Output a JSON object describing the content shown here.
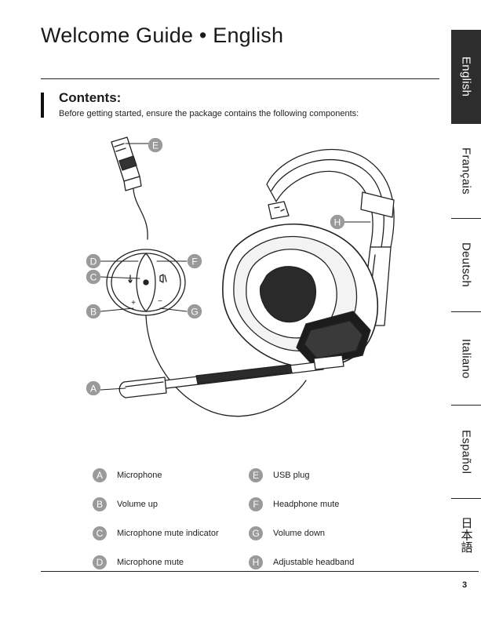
{
  "header": {
    "title": "Welcome Guide • English"
  },
  "section": {
    "title": "Contents:",
    "intro": "Before getting started, ensure the package contains the following components:"
  },
  "language_tabs": [
    {
      "label": "English",
      "active": true
    },
    {
      "label": "Français",
      "active": false
    },
    {
      "label": "Deutsch",
      "active": false
    },
    {
      "label": "Italiano",
      "active": false
    },
    {
      "label": "Español",
      "active": false
    },
    {
      "label": "日本語",
      "active": false
    }
  ],
  "callouts": {
    "A": "A",
    "B": "B",
    "C": "C",
    "D": "D",
    "E": "E",
    "F": "F",
    "G": "G",
    "H": "H"
  },
  "remote_symbols": {
    "plus": "+",
    "minus": "−"
  },
  "components": [
    {
      "letter": "A",
      "label": "Microphone"
    },
    {
      "letter": "B",
      "label": "Volume up"
    },
    {
      "letter": "C",
      "label": "Microphone mute indicator"
    },
    {
      "letter": "D",
      "label": "Microphone mute"
    },
    {
      "letter": "E",
      "label": "USB plug"
    },
    {
      "letter": "F",
      "label": "Headphone mute"
    },
    {
      "letter": "G",
      "label": "Volume down"
    },
    {
      "letter": "H",
      "label": "Adjustable headband"
    }
  ],
  "footer": {
    "page_number": "3"
  },
  "colors": {
    "badge": "#9a9a9a",
    "tab_active_bg": "#2d2d2d",
    "text": "#1a1a1a"
  }
}
